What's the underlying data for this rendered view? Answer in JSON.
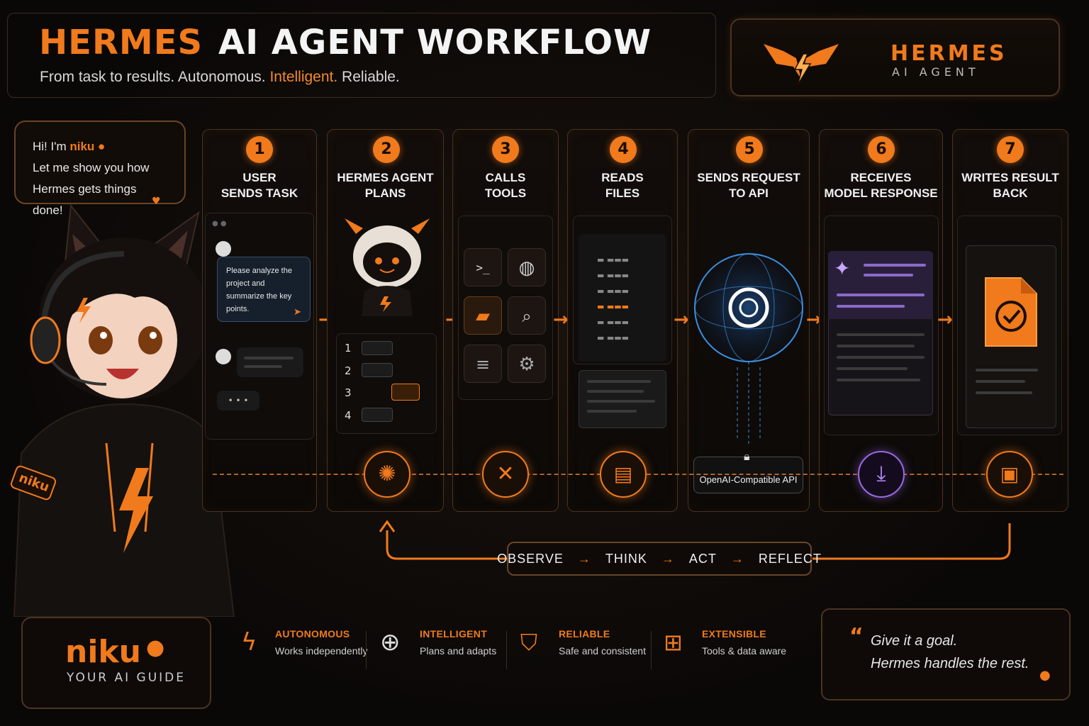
{
  "header": {
    "title_brand": "HERMES",
    "title_rest": "AI AGENT WORKFLOW",
    "subtitle_part1": "From task to results. Autonomous. ",
    "subtitle_highlight": "Intelligent.",
    "subtitle_part2": " Reliable."
  },
  "logo": {
    "name": "HERMES",
    "sub": "AI AGENT"
  },
  "bubble": {
    "greeting": "Hi! I'm ",
    "name": "niku",
    "line2": "Let me show you how",
    "line3": "Hermes gets things done!"
  },
  "steps": [
    {
      "num": "1",
      "line1": "USER",
      "line2": "SENDS TASK"
    },
    {
      "num": "2",
      "line1": "HERMES AGENT",
      "line2": "PLANS"
    },
    {
      "num": "3",
      "line1": "CALLS",
      "line2": "TOOLS"
    },
    {
      "num": "4",
      "line1": "READS",
      "line2": "FILES"
    },
    {
      "num": "5",
      "line1": "SENDS REQUEST",
      "line2": "TO API"
    },
    {
      "num": "6",
      "line1": "RECEIVES",
      "line2": "MODEL RESPONSE"
    },
    {
      "num": "7",
      "line1": "WRITES RESULT",
      "line2": "BACK"
    }
  ],
  "chat": {
    "message": "Please analyze the project and summarize the key points.",
    "typing": "• • •"
  },
  "plan_numbers": [
    "1",
    "2",
    "3",
    "4"
  ],
  "api_label": "OpenAI-Compatible API",
  "loop": {
    "observe": "OBSERVE",
    "think": "THINK",
    "act": "ACT",
    "reflect": "REFLECT",
    "arrow": "→"
  },
  "niku_card": {
    "name": "niku",
    "sub": "YOUR AI GUIDE"
  },
  "features": [
    {
      "title": "AUTONOMOUS",
      "desc": "Works independently"
    },
    {
      "title": "INTELLIGENT",
      "desc": "Plans and adapts"
    },
    {
      "title": "RELIABLE",
      "desc": "Safe and consistent"
    },
    {
      "title": "EXTENSIBLE",
      "desc": "Tools & data aware"
    }
  ],
  "quote": {
    "mark": "“",
    "line1": "Give it a goal.",
    "line2": "Hermes handles the rest."
  },
  "colors": {
    "accent": "#f07a1c",
    "purple": "#9a6ae0",
    "blue": "#3a8ee0",
    "bg": "#0a0807"
  },
  "character": {
    "badge_text": "niku"
  }
}
